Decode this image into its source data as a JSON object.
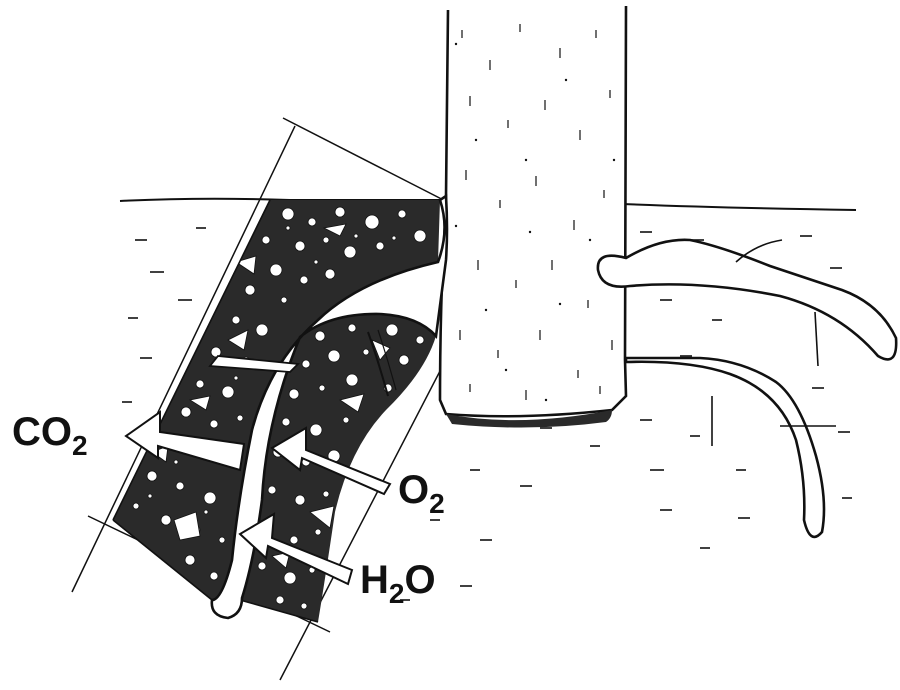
{
  "labels": {
    "co2": {
      "main": "CO",
      "sub": "2",
      "suffix": ""
    },
    "o2": {
      "main": "O",
      "sub": "2",
      "suffix": ""
    },
    "h2o": {
      "main": "H",
      "sub": "2",
      "suffix": "O"
    }
  },
  "colors": {
    "soil": "#2a2a2a",
    "ink": "#111111",
    "background": "#ffffff"
  }
}
